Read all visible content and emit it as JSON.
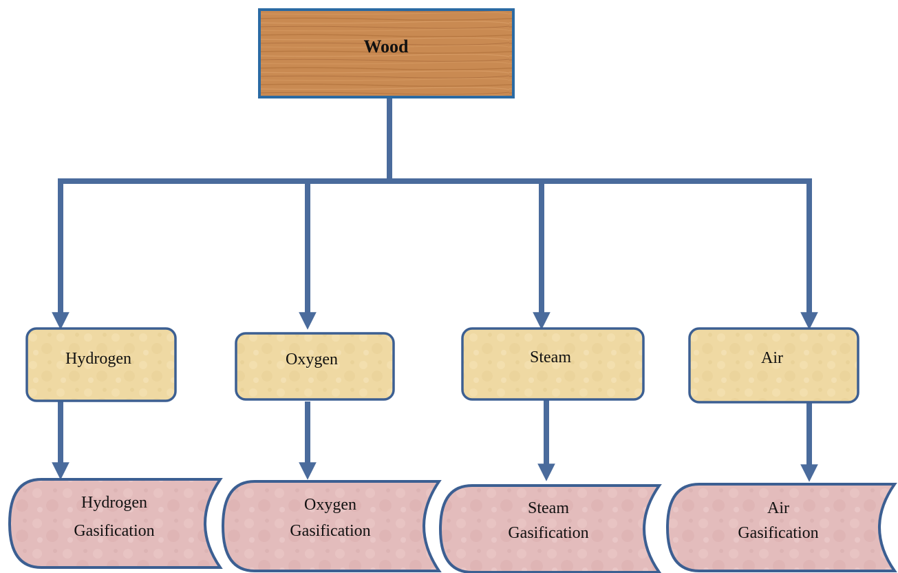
{
  "root": {
    "label": "Wood"
  },
  "agents": [
    {
      "label": "Hydrogen"
    },
    {
      "label": "Oxygen"
    },
    {
      "label": "Steam"
    },
    {
      "label": "Air"
    }
  ],
  "outputs": [
    {
      "line1": "Hydrogen",
      "line2": "Gasification"
    },
    {
      "line1": "Oxygen",
      "line2": "Gasification"
    },
    {
      "line1": "Steam",
      "line2": "Gasification"
    },
    {
      "line1": "Air",
      "line2": "Gasification"
    }
  ],
  "colors": {
    "connector": "#4a6b9c",
    "wood_fill": "#c98a52",
    "wood_border": "#2b6aa3",
    "agent_fill": "#efd9a3",
    "agent_border": "#3c5f92",
    "output_fill": "#e3bcbc",
    "output_border": "#3c5f92"
  }
}
